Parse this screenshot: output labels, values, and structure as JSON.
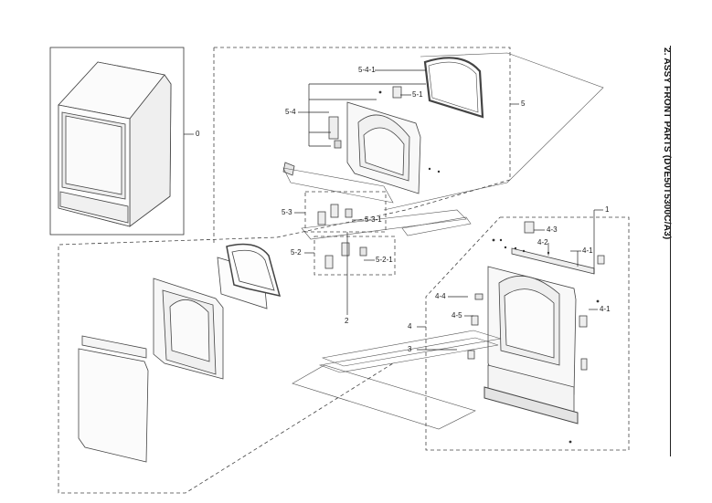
{
  "title": "2. ASSY FRONT PARTS (DVE50T5300C/A3)",
  "labels": {
    "p0": "0",
    "p1": "1",
    "p2": "2",
    "p3": "3",
    "p4": "4",
    "p4_1a": "4-1",
    "p4_1b": "4-1",
    "p4_2": "4-2",
    "p4_3": "4-3",
    "p4_4": "4-4",
    "p4_5": "4-5",
    "p5": "5",
    "p5_1": "5-1",
    "p5_2": "5-2",
    "p5_2_1": "5-2-1",
    "p5_3": "5-3",
    "p5_3_1": "5-3-1",
    "p5_4": "5-4",
    "p5_4_1": "5-4-1"
  }
}
